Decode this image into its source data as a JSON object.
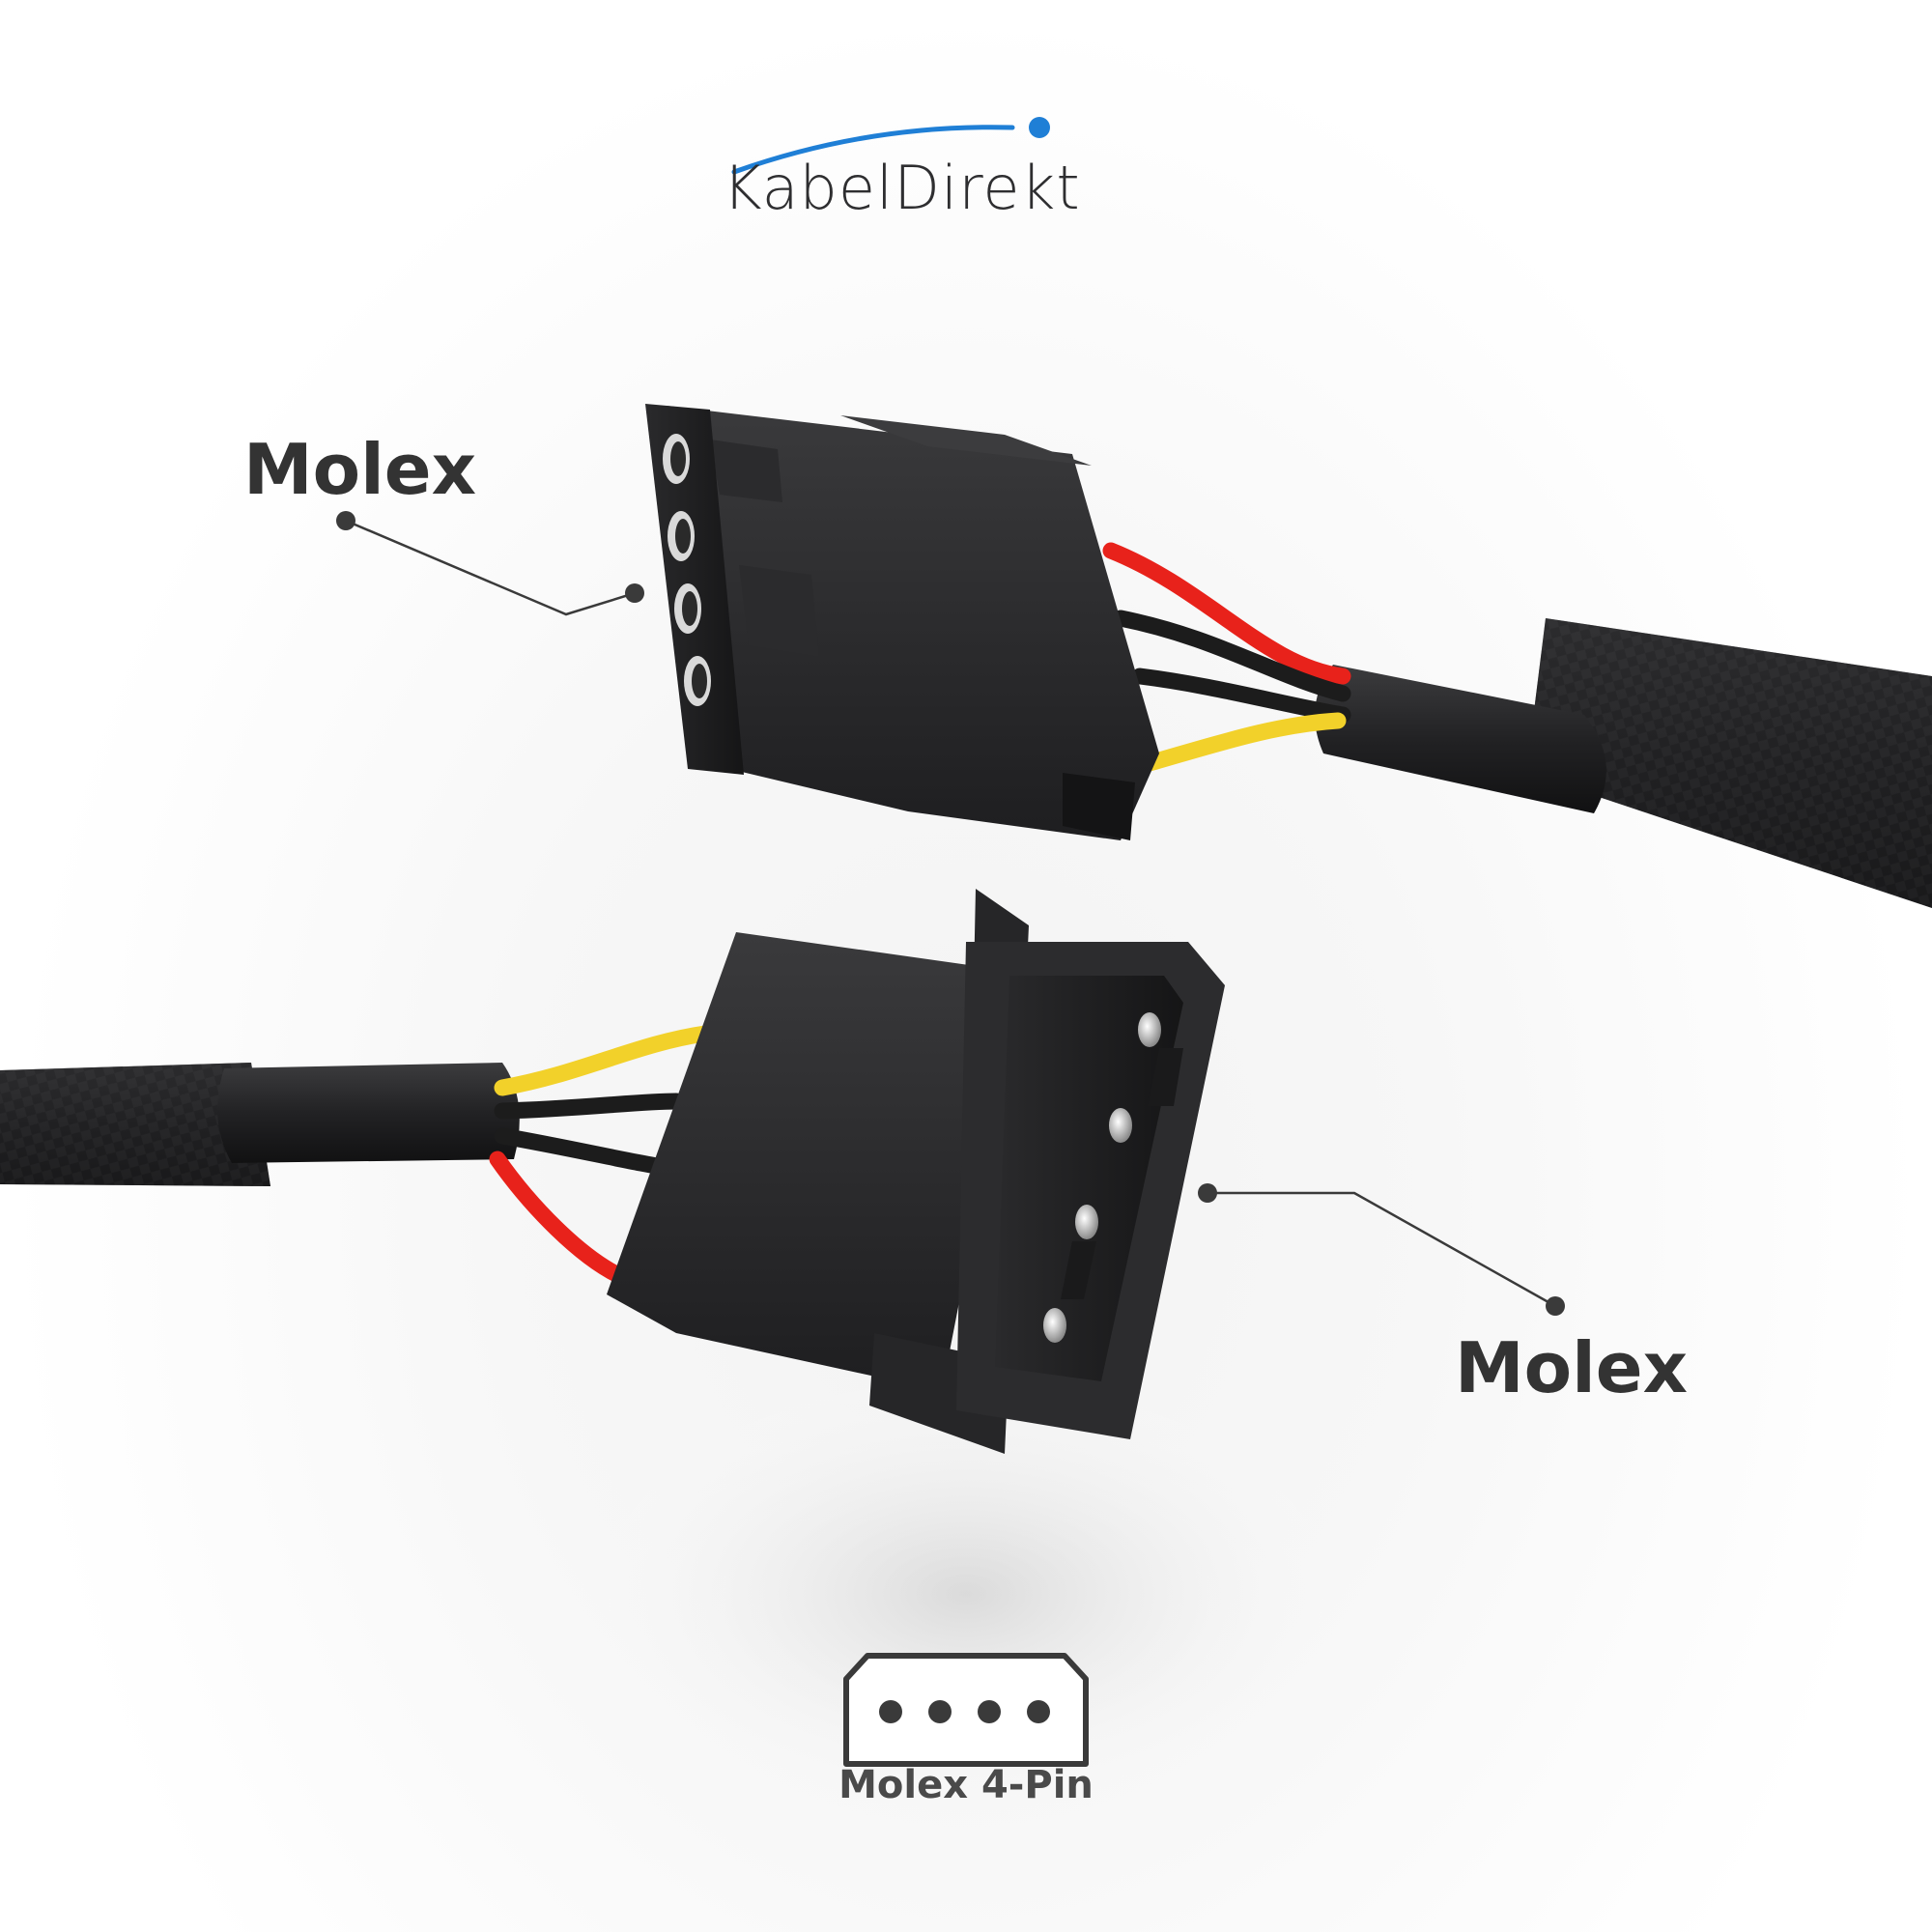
{
  "brand": {
    "name": "KabelDirekt",
    "accent_color": "#1f7fd6"
  },
  "callouts": {
    "top_label": "Molex",
    "bottom_label": "Molex"
  },
  "pin_diagram": {
    "caption": "Molex 4-Pin",
    "pin_count": 4
  },
  "wire_colors": {
    "red": "#e8221b",
    "yellow": "#f2d12a",
    "black": "#1c1c1c"
  }
}
